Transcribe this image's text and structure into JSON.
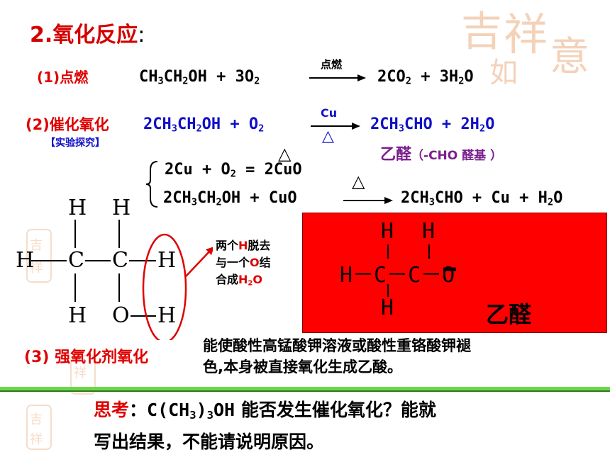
{
  "title": {
    "number": "2.",
    "text": "氧化反应",
    "colon": ":"
  },
  "r1": {
    "label": "(1)点燃",
    "lhs_a": "CH",
    "lhs_a3": "3",
    "lhs_b": "CH",
    "lhs_b2": "2",
    "lhs_c": "OH + 3O",
    "lhs_c2": "2",
    "condition": "点燃",
    "rhs_a": "2CO",
    "rhs_a2": "2",
    "rhs_b": " + 3H",
    "rhs_b2": "2",
    "rhs_c": "O"
  },
  "r2": {
    "label": "(2)催化氧化",
    "sublabel": "【实验探究】",
    "lhs_a": "2CH",
    "lhs_a3": "3",
    "lhs_b": "CH",
    "lhs_b2": "2",
    "lhs_c": "OH + O",
    "lhs_c2": "2",
    "catalyst": "Cu",
    "heat": "△",
    "rhs_a": "2CH",
    "rhs_a3": "3",
    "rhs_b": "CHO + 2H",
    "rhs_b2": "2",
    "rhs_c": "O",
    "product_name": "乙醛",
    "product_note": "（-CHO 醛基 ）"
  },
  "steps": {
    "heat1": "△",
    "s1_a": "2Cu  +  O",
    "s1_a2": "2",
    "s1_eq": " = ",
    "s1_b": "2CuO",
    "heat2": "△",
    "s2_a": "2CH",
    "s2_a3": "3",
    "s2_b": "CH",
    "s2_b2": "2",
    "s2_c": "OH + CuO",
    "s2_d": "2CH",
    "s2_d3": "3",
    "s2_e": "CHO + Cu + H",
    "s2_e2": "2",
    "s2_f": "O"
  },
  "ethanol": {
    "atoms": [
      "H",
      "H",
      "H",
      "C",
      "C",
      "H",
      "H",
      "O",
      "H"
    ]
  },
  "annotation": {
    "l1a": "两个",
    "l1h": "H",
    "l1b": "脱去",
    "l2a": "与一个",
    "l2o": "O",
    "l2b": "结",
    "l3a": "合成",
    "l3h": "H",
    "l3h2": "2",
    "l3o": "O"
  },
  "acetaldehyde": {
    "h1": "H",
    "h2": "H",
    "row": "H－C－C－O",
    "h3": "H",
    "name": "乙醛"
  },
  "r3": {
    "label": "(3) 强氧化剂氧化",
    "desc1": "能使酸性高锰酸钾溶液或酸性重铬酸钾褪",
    "desc2": "色,本身被直接氧化生成乙酸。"
  },
  "think": {
    "label": "思考",
    "colon": "：",
    "formula_a": "C(CH",
    "formula_a3": "3",
    "formula_b": ")",
    "formula_b3": "3",
    "formula_c": "OH",
    "q1": " 能否发生催化氧化？能就",
    "q2": "写出结果，不能请说明原因。"
  },
  "colors": {
    "title": "#d40000",
    "equation": "#1010c8",
    "note": "#7a1f8e",
    "box": "#ff0000",
    "divider": "#6bd84a"
  },
  "icons": [
    "auspicious-seal-watermark",
    "reaction-arrow-icon",
    "brace-icon",
    "heat-triangle-icon"
  ]
}
